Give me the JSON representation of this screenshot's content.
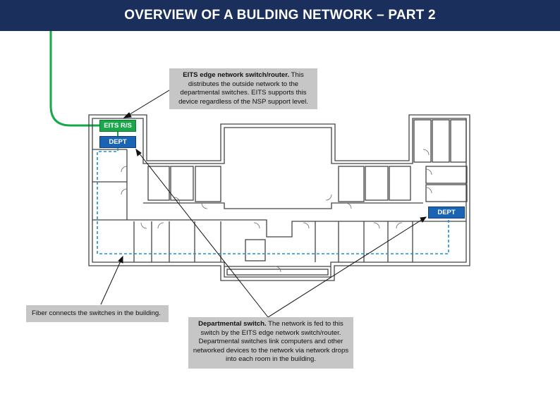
{
  "header": {
    "title": "OVERVIEW OF A BULDING NETWORK – PART 2"
  },
  "labels": {
    "eits": "EITS R/S",
    "dept_left": "DEPT",
    "dept_right": "DEPT"
  },
  "callouts": {
    "edge_switch_bold": "EITS edge network switch/router.",
    "edge_switch_text": " This distributes the outside network to the departmental switches.  EITS supports this device regardless of the NSP support level.",
    "fiber_text": "Fiber connects the switches in the building.",
    "dept_switch_bold": "Departmental switch.",
    "dept_switch_text": "  The network is fed to this switch by the EITS edge network switch/router. Departmental switches link computers and other networked devices to the network via network drops into each room in the building."
  },
  "colors": {
    "header": "#1b2f5c",
    "fiber_green": "#17a84a",
    "dept_blue": "#1a64b3",
    "dashed_blue": "#1a8fd8",
    "callout_gray": "#c6c6c6"
  }
}
